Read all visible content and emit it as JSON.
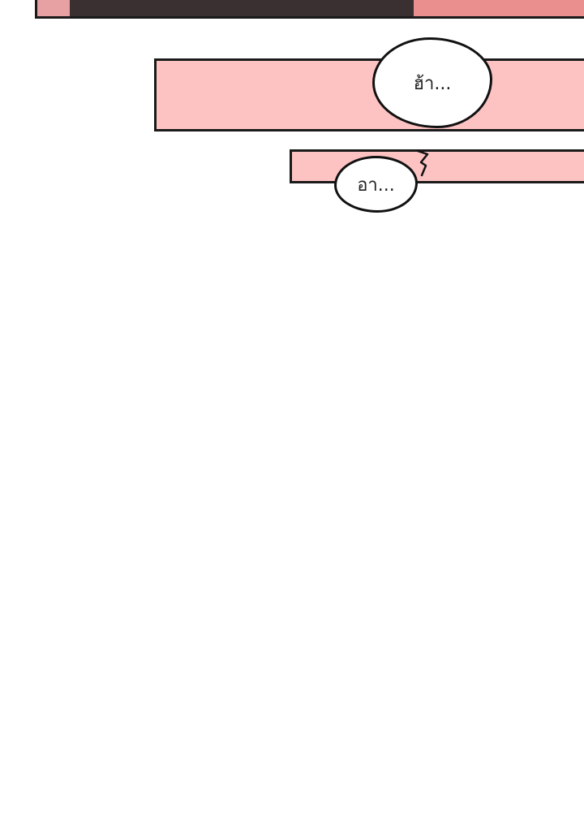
{
  "bubbles": {
    "first": "ฮ้า...",
    "second": "อา..."
  },
  "colors": {
    "panel_pink": "#fdc3c3",
    "dark_panel": "#3a3032",
    "outline": "#1a1a1a"
  },
  "icons": {
    "spark": "spark-mark"
  }
}
